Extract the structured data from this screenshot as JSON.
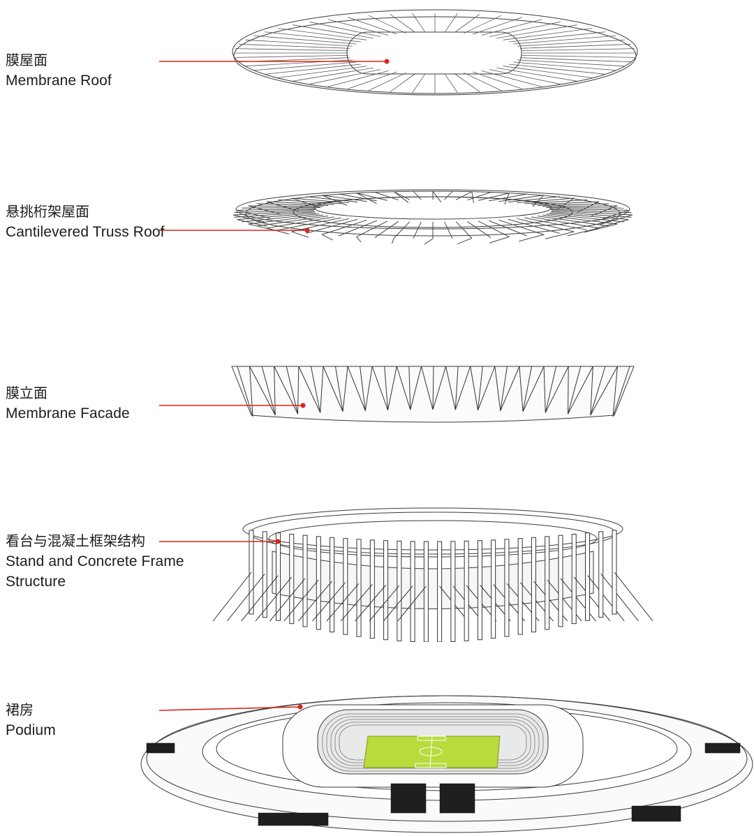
{
  "colors": {
    "leader_line": "#e0231c",
    "line_art": "#3a3a3a",
    "field": "#b7dc3c",
    "dark_stairs": "#1f1f1f"
  },
  "layers": [
    {
      "id": "membrane-roof",
      "zh": "膜屋面",
      "en": "Membrane Roof"
    },
    {
      "id": "cantilevered-truss-roof",
      "zh": "悬挑桁架屋面",
      "en": "Cantilevered Truss Roof"
    },
    {
      "id": "membrane-facade",
      "zh": "膜立面",
      "en": "Membrane Facade"
    },
    {
      "id": "stand-concrete-frame",
      "zh": "看台与混凝土框架结构",
      "en": "Stand and Concrete Frame",
      "en2": "Structure"
    },
    {
      "id": "podium",
      "zh": "裙房",
      "en": "Podium"
    }
  ]
}
